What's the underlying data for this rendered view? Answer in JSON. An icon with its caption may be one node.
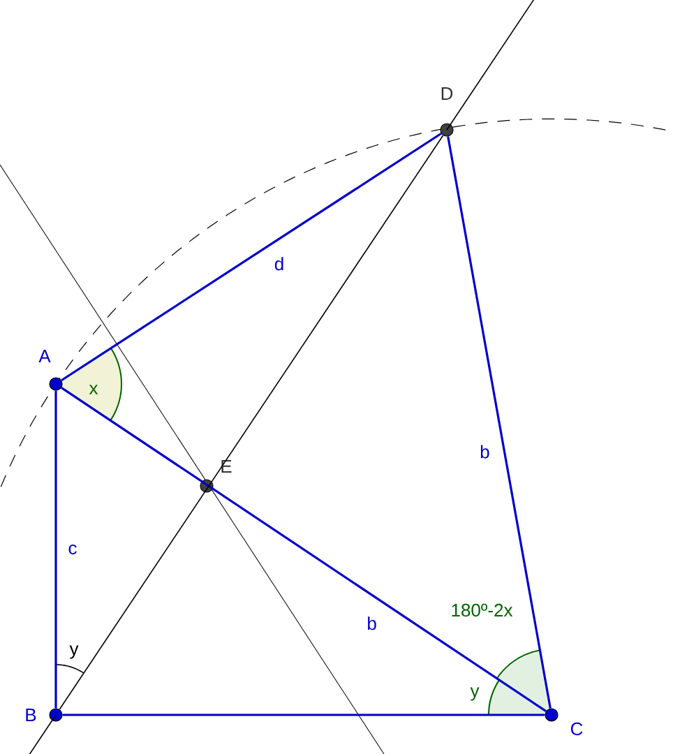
{
  "diagram": {
    "nodes": [
      {
        "text": [
          "D"
        ]
      },
      {
        "text": [
          "A"
        ]
      },
      {
        "text": [
          "E"
        ]
      },
      {
        "text": [
          "B"
        ]
      },
      {
        "text": [
          "C"
        ]
      }
    ],
    "edges": [
      {
        "from": 0,
        "to": 1,
        "arrow": "none",
        "label": "d"
      },
      {
        "from": 0,
        "to": 4,
        "arrow": "none",
        "label": "b"
      },
      {
        "from": 1,
        "to": 3,
        "arrow": "none",
        "label": "c"
      },
      {
        "from": 1,
        "to": 4,
        "arrow": "none",
        "label": "b"
      },
      {
        "from": 3,
        "to": 4,
        "arrow": "none"
      },
      {
        "from": 3,
        "to": 0,
        "arrow": "none",
        "color": "#000000"
      }
    ],
    "labels": [
      "x",
      "180º-2x",
      "y",
      "y"
    ]
  }
}
